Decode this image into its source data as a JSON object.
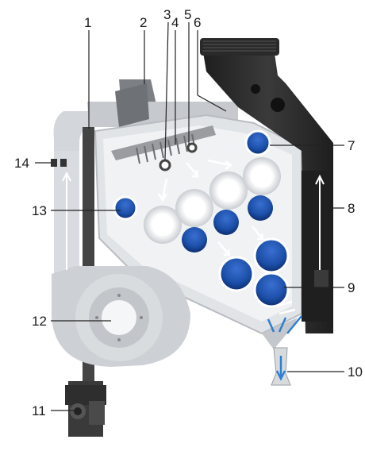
{
  "callouts": [
    {
      "id": "1",
      "text": "1"
    },
    {
      "id": "2",
      "text": "2"
    },
    {
      "id": "3",
      "text": "3"
    },
    {
      "id": "4",
      "text": "4"
    },
    {
      "id": "5",
      "text": "5"
    },
    {
      "id": "6",
      "text": "6"
    },
    {
      "id": "7",
      "text": "7"
    },
    {
      "id": "8",
      "text": "8"
    },
    {
      "id": "9",
      "text": "9"
    },
    {
      "id": "10",
      "text": "10"
    },
    {
      "id": "11",
      "text": "11"
    },
    {
      "id": "12",
      "text": "12"
    },
    {
      "id": "13",
      "text": "13"
    },
    {
      "id": "14",
      "text": "14"
    }
  ],
  "colors": {
    "flue": "#2b2b2b",
    "casing": "#cfd2d6",
    "panel": "#e6e8ea",
    "pipe": "#454545",
    "tube_blue": "#1b4fa8",
    "arrow": "#ffffff",
    "flow_arrow": "#2f7fd0",
    "leader": "#222222"
  }
}
